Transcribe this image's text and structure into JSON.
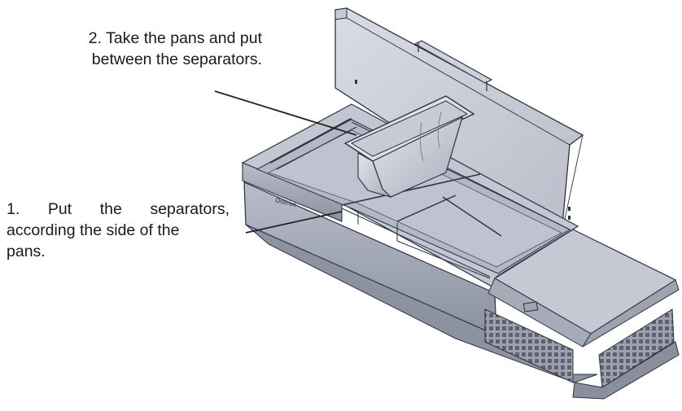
{
  "annotations": {
    "step2": {
      "lines": [
        "2. Take the pans and put",
        "between the separators."
      ]
    },
    "step1": {
      "lines": [
        "1. Put the separators,",
        "according the side of the",
        "pans."
      ]
    }
  },
  "device": {
    "brand_plate": "Distrive"
  },
  "colors": {
    "body_light": "#c9ccd6",
    "body_mid": "#a7abb8",
    "body_dark": "#7b8090",
    "interior": "#b6bac8",
    "edge": "#2e3140",
    "arrow": "#222222"
  }
}
